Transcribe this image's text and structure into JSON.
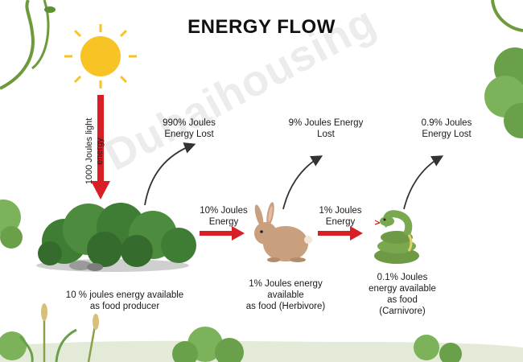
{
  "title": "ENERGY FLOW",
  "watermark": "Dubaihousing",
  "sun_input": {
    "label": "1000 Joules light energy"
  },
  "losses": [
    {
      "line1": "990% Joules",
      "line2": "Energy Lost"
    },
    {
      "line1": "9% Joules Energy",
      "line2": "Lost"
    },
    {
      "line1": "0.9% Joules",
      "line2": "Energy Lost"
    }
  ],
  "transfers": [
    {
      "line1": "10% Joules",
      "line2": "Energy"
    },
    {
      "line1": "1% Joules",
      "line2": "Energy"
    }
  ],
  "organisms": [
    {
      "icon": "bush-icon",
      "lines": [
        "10 % joules energy available",
        "as food producer"
      ]
    },
    {
      "icon": "rabbit-icon",
      "lines": [
        "1% Joules energy",
        "available",
        "as food (Herbivore)"
      ]
    },
    {
      "icon": "snake-icon",
      "lines": [
        "0.1% Joules",
        "energy available",
        "as food",
        "(Carnivore)"
      ]
    }
  ],
  "colors": {
    "arrow_red": "#d91f26",
    "sun_yellow": "#f7c325",
    "foliage_green": "#3f7d35",
    "light_green": "#7fb04c",
    "loss_arrow": "#333333"
  }
}
